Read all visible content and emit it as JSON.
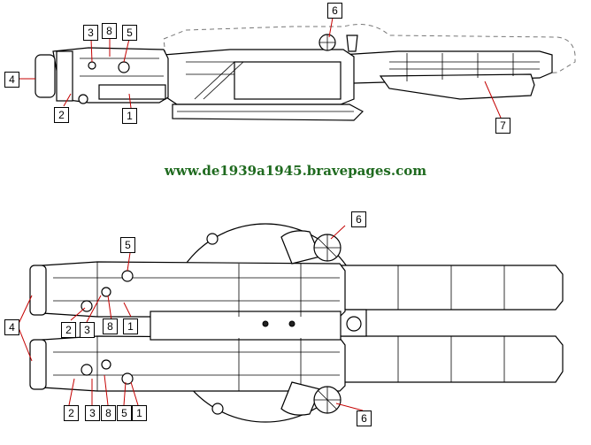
{
  "watermark": "www.de1939a1945.bravepages.com",
  "colors": {
    "watermark": "#1f6a1f",
    "leader": "#c40000",
    "line": "#000000"
  },
  "callouts": {
    "side": {
      "c1": "1",
      "c2": "2",
      "c3": "3",
      "c4": "4",
      "c5": "5",
      "c6": "6",
      "c7": "7",
      "c8": "8"
    },
    "top": {
      "c1a": "1",
      "c1b": "1",
      "c2a": "2",
      "c2b": "2",
      "c3a": "3",
      "c3b": "3",
      "c4": "4",
      "c5a": "5",
      "c5b": "5",
      "c6a": "6",
      "c6b": "6",
      "c8a": "8",
      "c8b": "8"
    }
  }
}
